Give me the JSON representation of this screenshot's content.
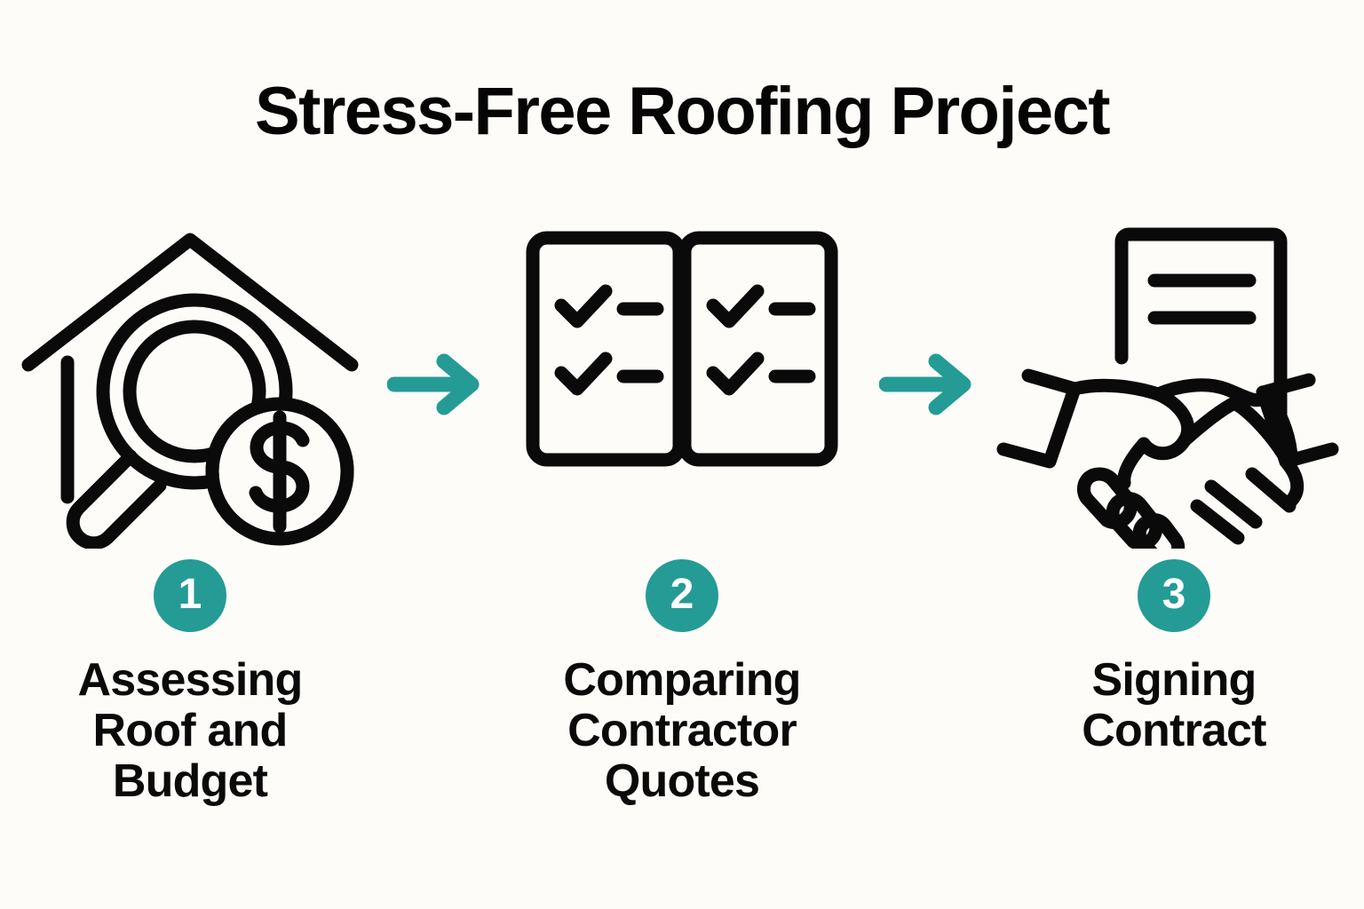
{
  "page": {
    "background_color": "#FDFCF8",
    "accent_color": "#259B95",
    "ink_color": "#0A0A0A"
  },
  "header": {
    "title": "Stress-Free Roofing Project"
  },
  "flow": {
    "arrow_1": "arrow-right",
    "arrow_2": "arrow-right",
    "steps": [
      {
        "number": "1",
        "icon": "house-magnifier-dollar-icon",
        "label_lines": [
          "Assessing",
          "Roof and",
          "Budget"
        ],
        "label": "Assessing Roof and Budget"
      },
      {
        "number": "2",
        "icon": "two-checklists-icon",
        "label_lines": [
          "Comparing",
          "Contractor",
          "Quotes"
        ],
        "label": "Comparing Contractor Quotes"
      },
      {
        "number": "3",
        "icon": "handshake-document-icon",
        "label_lines": [
          "Signing",
          "Contract"
        ],
        "label": "Signing Contract"
      }
    ]
  }
}
